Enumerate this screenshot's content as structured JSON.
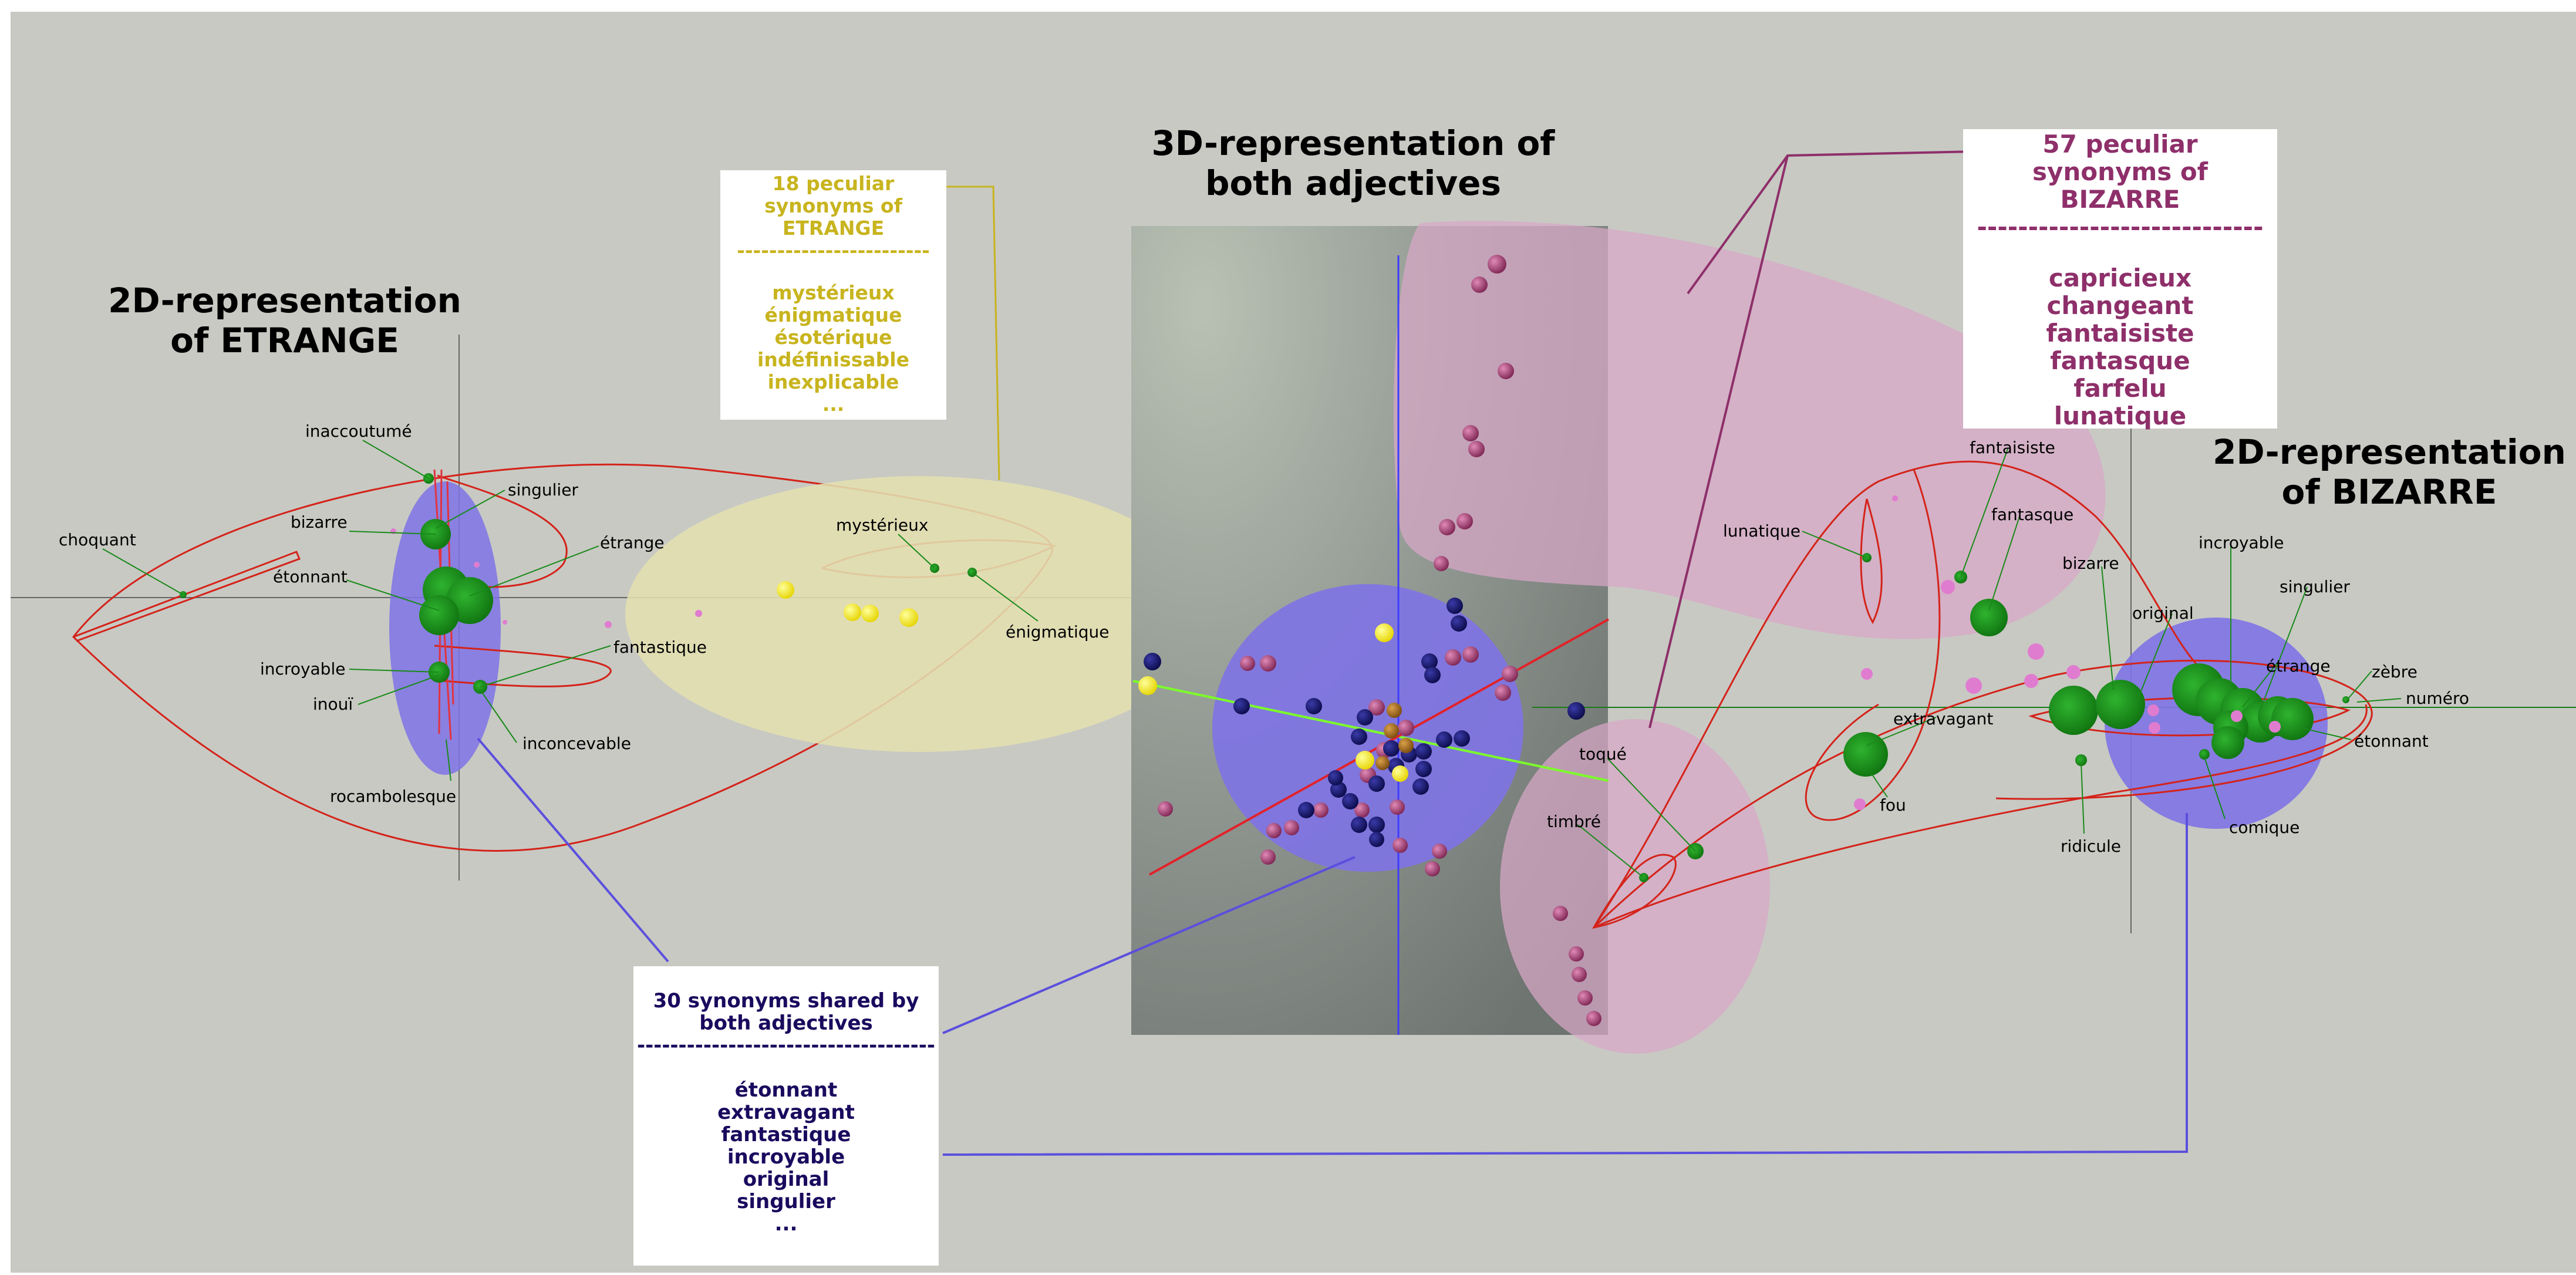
{
  "headings": {
    "etrange_2d": [
      "2D-representation",
      "of ETRANGE"
    ],
    "both_3d": [
      "3D-representation of",
      "both adjectives"
    ],
    "bizarre_2d": [
      "2D-representation",
      "of BIZARRE"
    ]
  },
  "boxes": {
    "etrange": {
      "title": [
        "18 peculiar",
        "synonyms of",
        "ETRANGE"
      ],
      "separator": "------------------------",
      "items": [
        "mystérieux",
        "énigmatique",
        "ésotérique",
        "indéfinissable",
        "inexplicable",
        "..."
      ],
      "color": "#c8b41e"
    },
    "bizarre": {
      "title": [
        "57 peculiar",
        "synonyms of",
        "BIZARRE"
      ],
      "separator": "----------------------------",
      "items": [
        "capricieux",
        "changeant",
        "fantaisiste",
        "fantasque",
        "farfelu",
        "lunatique"
      ],
      "color": "#8e2f6a"
    },
    "shared": {
      "title": [
        "30 synonyms shared by",
        "both adjectives"
      ],
      "separator": "------------------------------------",
      "items": [
        "étonnant",
        "extravagant",
        "fantastique",
        "incroyable",
        "original",
        "singulier",
        "..."
      ],
      "color": "#1a0a5e"
    }
  },
  "etrange_labels": [
    "inaccoutumé",
    "singulier",
    "choquant",
    "bizarre",
    "étrange",
    "étonnant",
    "fantastique",
    "incroyable",
    "inouï",
    "inconcevable",
    "rocambolesque",
    "mystérieux",
    "énigmatique"
  ],
  "bizarre_labels": [
    "fantaisiste",
    "fantasque",
    "lunatique",
    "incroyable",
    "bizarre",
    "singulier",
    "original",
    "étrange",
    "zèbre",
    "numéro",
    "extravagant",
    "étonnant",
    "toqué",
    "timbré",
    "fou",
    "ridicule",
    "comique"
  ],
  "colors": {
    "background": "#c8c9c3",
    "shared_blue": "#7e73e6",
    "etrange_yellow": "#e3dfb0",
    "bizarre_pink": "#d8a7c8",
    "curve_red": "#d4231a",
    "word_green": "#1a8a1a"
  }
}
